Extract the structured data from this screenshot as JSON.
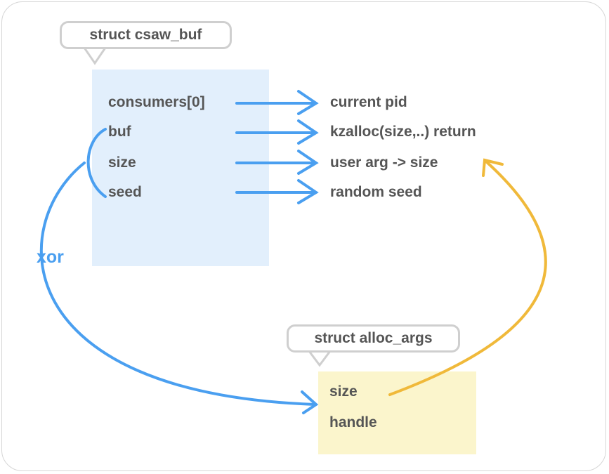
{
  "csaw_buf": {
    "title": "struct csaw_buf",
    "fields": [
      "consumers[0]",
      "buf",
      "size",
      "seed"
    ],
    "targets": [
      "current pid",
      "kzalloc(size,..) return",
      "user arg -> size",
      "random seed"
    ]
  },
  "alloc_args": {
    "title": "struct alloc_args",
    "fields": [
      "size",
      "handle"
    ]
  },
  "xor_label": "xor",
  "colors": {
    "blue_arrow": "#4a9ff0",
    "yellow_arrow": "#f0b93a",
    "blue_box": "#e2effc",
    "yellow_box": "#fbf5cc",
    "text": "#555555"
  }
}
